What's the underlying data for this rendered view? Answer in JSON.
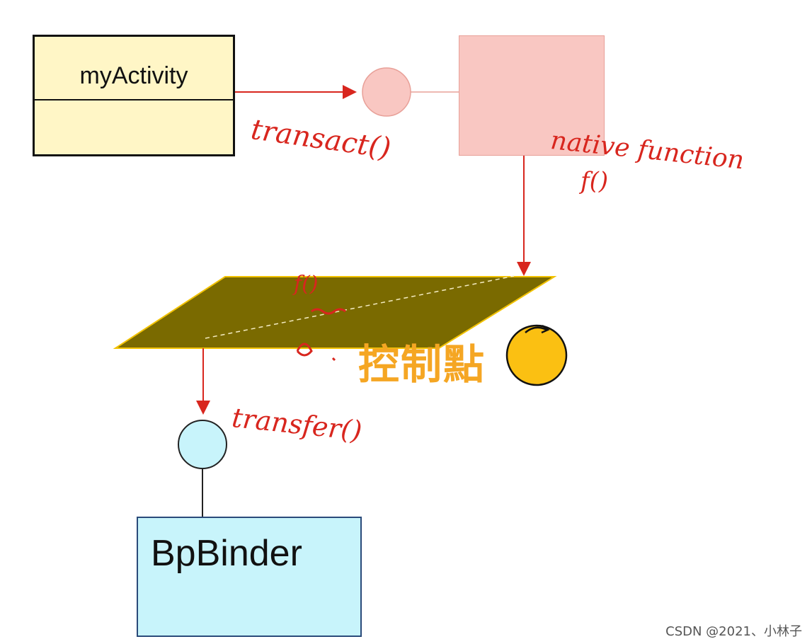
{
  "nodes": {
    "my_activity": "myActivity",
    "bp_binder": "BpBinder"
  },
  "annotations": {
    "transact": "transact()",
    "native_function": "native function",
    "native_f": "f()",
    "plane_f": "f()",
    "transfer": "transfer()"
  },
  "control_point": "控制點",
  "footer": "CSDN @2021、小林子",
  "colors": {
    "activity_fill": "#fff6c6",
    "native_fill": "#f9c7c2",
    "plane_fill": "#7a6a00",
    "binder_fill": "#c8f4fb",
    "arrow": "#d8261e",
    "control_point": "#f5a623",
    "control_circle": "#fbc012"
  }
}
